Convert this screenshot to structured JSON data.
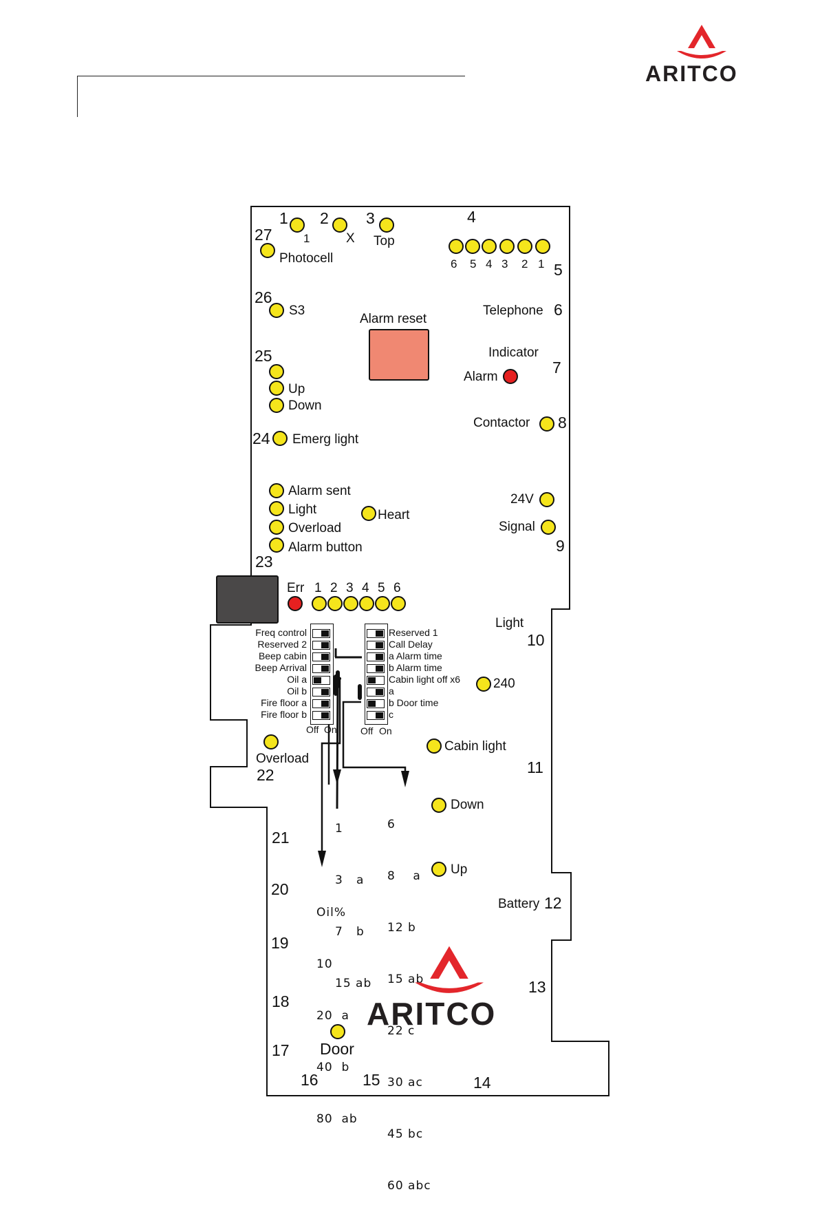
{
  "brand": {
    "name": "ARITCO",
    "color": "#e3262b"
  },
  "colors": {
    "led_yellow": "#f5e51c",
    "led_red": "#e62020",
    "alarm_reset_button": "#f08872",
    "err_button": "#4a4848"
  },
  "terminals": {
    "t1": "1",
    "t2": "2",
    "t3": "3",
    "t4": "4",
    "t5": "5",
    "t6": "6",
    "t7": "7",
    "t8": "8",
    "t9": "9",
    "t10": "10",
    "t11": "11",
    "t12": "12",
    "t13": "13",
    "t14": "14",
    "t15": "15",
    "t16": "16",
    "t17": "17",
    "t18": "18",
    "t19": "19",
    "t20": "20",
    "t21": "21",
    "t22": "22",
    "t23": "23",
    "t24": "24",
    "t25": "25",
    "t26": "26",
    "t27": "27"
  },
  "labels": {
    "l1": "1",
    "x": "X",
    "top": "Top",
    "photocell": "Photocell",
    "floor_leds": [
      "6",
      "5",
      "4",
      "3",
      "2",
      "1"
    ],
    "s3": "S3",
    "alarm_reset": "Alarm reset",
    "telephone": "Telephone",
    "indicator": "Indicator",
    "alarm": "Alarm",
    "up": "Up",
    "down": "Down",
    "contactor": "Contactor",
    "emerg_light": "Emerg light",
    "alarm_sent": "Alarm sent",
    "light": "Light",
    "overload": "Overload",
    "alarm_button": "Alarm button",
    "heart": "Heart",
    "v24": "24V",
    "signal": "Signal",
    "err": "Err",
    "err_leds": [
      "1",
      "2",
      "3",
      "4",
      "5",
      "6"
    ],
    "light_10": "Light",
    "v240": "240",
    "cabin_light": "Cabin light",
    "overload_22": "Overload",
    "down_mid": "Down",
    "up_mid": "Up",
    "battery": "Battery",
    "door": "Door"
  },
  "dip_left": {
    "labels": [
      "Freq control",
      "Reserved 2",
      "Beep cabin",
      "Beep Arrival",
      "Oil a",
      "Oil b",
      "Fire floor a",
      "Fire floor b"
    ],
    "states": [
      "off",
      "off",
      "off",
      "off",
      "on",
      "off",
      "off",
      "off"
    ],
    "off": "Off",
    "on": "On"
  },
  "dip_right": {
    "labels": [
      "Reserved 1",
      "Call Delay",
      "a Alarm time",
      "b Alarm time",
      "Cabin light off x6",
      "a",
      "b Door time",
      "c"
    ],
    "states": [
      "off",
      "off",
      "off",
      "off",
      "on",
      "off",
      "on",
      "off"
    ],
    "off": "Off",
    "on": "On"
  },
  "tables": {
    "alarm_time": [
      "1",
      "3   a",
      "7   b",
      "15 ab"
    ],
    "oil": [
      "Oil%",
      "10",
      "20  a",
      "40  b",
      "80  ab"
    ],
    "door_time": [
      "6",
      "8    a",
      "12 b",
      "15 ab",
      "22 c",
      "30 ac",
      "45 bc",
      "60 abc"
    ]
  }
}
